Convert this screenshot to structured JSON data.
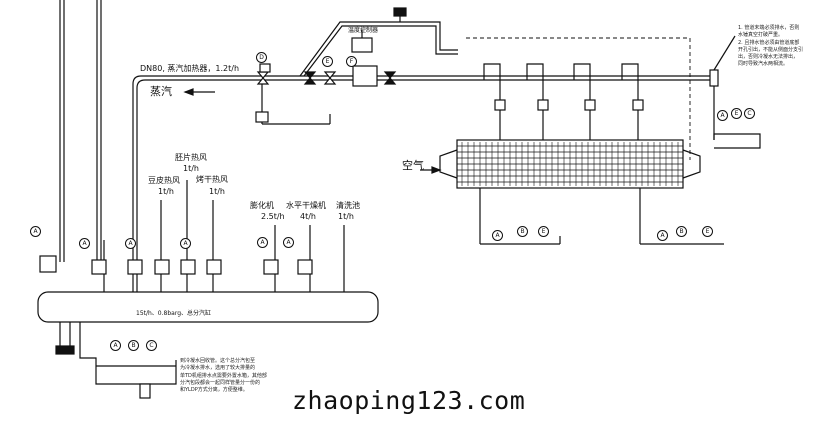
{
  "labels": {
    "dn_line": "DN80, 蒸汽加热器，1.2t/h",
    "steam": "蒸汽",
    "air": "空气",
    "header_total": "15t/h、0.8barg、总分汽缸",
    "tank_label": "温度控制器"
  },
  "consumers": [
    {
      "name": "豆皮热风",
      "flow": "1t/h"
    },
    {
      "name": "胚片热风",
      "flow": "1t/h"
    },
    {
      "name": "烤干热风",
      "flow": "1t/h"
    },
    {
      "name": "膨化机",
      "flow": "2.5t/h"
    },
    {
      "name": "水平干燥机",
      "flow": "4t/h"
    },
    {
      "name": "清洗池",
      "flow": "1t/h"
    }
  ],
  "notes": {
    "right": "1. 管道末端必须排水，否则\n水锤真空打破严重。\n2. 且排水管必须由管道底部\n开孔引出，不能从侧面分支引\n出，否则冷凝水无法排出，\n同时导致汽水两相流。",
    "bottom": "到冷凝水回收管。这个总分汽包至\n为冷凝水排水，选用了较大排量的\n单TD机组排水点需要外置水箱，其他部\n分汽包段都会一起同样管量分一份的\n和YLDP方式分离，方便整维。"
  },
  "gauge_letters": {
    "a": "A",
    "b": "B",
    "c": "C",
    "d": "D",
    "e": "E",
    "f": "F"
  },
  "watermark": "zhaoping123.com"
}
